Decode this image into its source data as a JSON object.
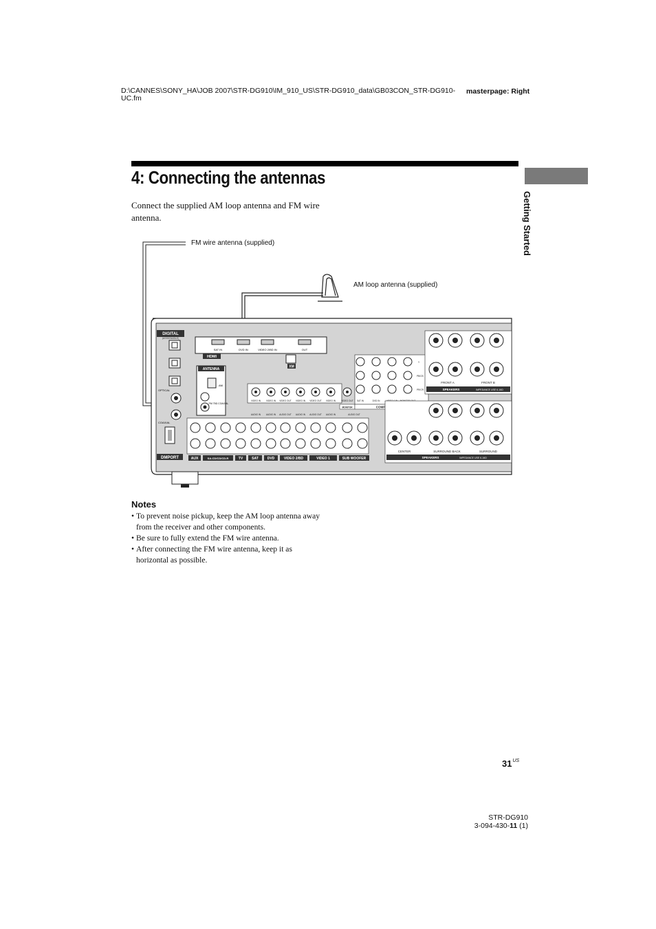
{
  "header": {
    "file_path": "D:\\CANNES\\SONY_HA\\JOB 2007\\STR-DG910\\IM_910_US\\STR-DG910_data\\GB03CON_STR-DG910-UC.fm",
    "masterpage": "masterpage: Right"
  },
  "section": {
    "title": "4: Connecting the antennas",
    "intro": "Connect the supplied AM loop antenna and FM wire antenna.",
    "side_tab": "Getting Started"
  },
  "diagram": {
    "fm_label": "FM wire antenna (supplied)",
    "am_label": "AM loop antenna (supplied)",
    "panel": {
      "digital": "DIGITAL",
      "digital_sub": "(ASSIGNABLE)",
      "optical": "OPTICAL",
      "coaxial": "COAXIAL",
      "dmport": "DMPORT",
      "hdmi": "HDMI",
      "hdmi_ports": [
        "SAT IN",
        "DVD IN",
        "VIDEO 2/BD IN",
        "OUT"
      ],
      "antenna": "ANTENNA",
      "am": "AM",
      "fm": "FM 75Ω COAXIAL",
      "xm": "XM",
      "y": "Y",
      "pb": "PB/CB",
      "pr": "PR/CR",
      "aux": "AUX",
      "sacd": "SA-CD/CD/CD-R",
      "tv": "TV",
      "sat": "SAT",
      "dvd": "DVD",
      "video2bd": "VIDEO 2/BD",
      "video1": "VIDEO 1",
      "sub_woofer": "SUB WOOFER",
      "monitor": "MONITOR",
      "component_video": "COMPONENT VIDEO",
      "component_ports": [
        "SAT IN",
        "DVD IN",
        "VIDEO 1 IN",
        "MONITOR OUT"
      ],
      "video_jacks": [
        "VIDEO IN",
        "VIDEO IN",
        "VIDEO OUT",
        "VIDEO IN",
        "VIDEO OUT",
        "VIDEO IN",
        "VIDEO OUT"
      ],
      "audio_jacks": [
        "AUDIO IN",
        "AUDIO IN",
        "AUDIO OUT",
        "AUDIO IN",
        "AUDIO OUT",
        "AUDIO IN",
        "AUDIO OUT"
      ],
      "front_a": "FRONT A",
      "front_b": "FRONT B",
      "center": "CENTER",
      "surround_back": "SURROUND BACK",
      "surround": "SURROUND",
      "speakers": "SPEAKERS",
      "impedance": "IMPEDANCE USE 6-16Ω"
    }
  },
  "notes": {
    "heading": "Notes",
    "items": [
      "To prevent noise pickup, keep the AM loop antenna away from the receiver and other components.",
      "Be sure to fully extend the FM wire antenna.",
      "After connecting the FM wire antenna, keep it as horizontal as possible."
    ]
  },
  "footer": {
    "page_number": "31",
    "page_suffix": "US",
    "model": "STR-DG910",
    "part_prefix": "3-094-430-",
    "part_bold": "11",
    "part_suffix": " (1)"
  }
}
